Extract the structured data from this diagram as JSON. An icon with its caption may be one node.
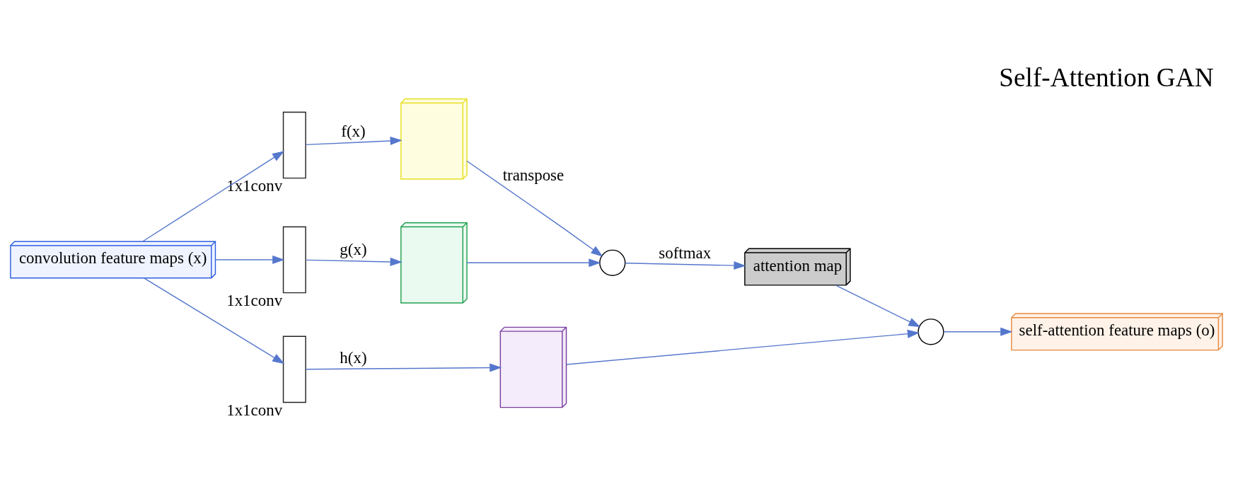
{
  "diagram": {
    "title": "Self-Attention GAN",
    "nodes": [
      {
        "text": [
          "convolution feature maps (x)"
        ]
      },
      {
        "text": [
          "1x1conv"
        ]
      },
      {
        "text": [
          "1x1conv"
        ]
      },
      {
        "text": [
          "1x1conv"
        ]
      },
      {
        "text": [],
        "shape": "box"
      },
      {
        "text": [],
        "shape": "box"
      },
      {
        "text": [],
        "shape": "box"
      },
      {
        "text": [],
        "shape": "circle"
      },
      {
        "text": [
          "attention map"
        ]
      },
      {
        "text": [],
        "shape": "circle"
      },
      {
        "text": [
          "self-attention feature maps (o)"
        ]
      }
    ],
    "edges": [
      {
        "from": 0,
        "to": 1,
        "arrow": "to"
      },
      {
        "from": 0,
        "to": 2,
        "arrow": "to"
      },
      {
        "from": 0,
        "to": 3,
        "arrow": "to"
      },
      {
        "from": 1,
        "to": 4,
        "arrow": "to",
        "label": "f(x)"
      },
      {
        "from": 2,
        "to": 5,
        "arrow": "to",
        "label": "g(x)"
      },
      {
        "from": 3,
        "to": 6,
        "arrow": "to",
        "label": "h(x)"
      },
      {
        "from": 4,
        "to": 7,
        "arrow": "to",
        "label": "transpose"
      },
      {
        "from": 5,
        "to": 7,
        "arrow": "to"
      },
      {
        "from": 7,
        "to": 8,
        "arrow": "to",
        "label": "softmax"
      },
      {
        "from": 8,
        "to": 9,
        "arrow": "to"
      },
      {
        "from": 6,
        "to": 9,
        "arrow": "to"
      },
      {
        "from": 9,
        "to": 10,
        "arrow": "to"
      }
    ]
  }
}
